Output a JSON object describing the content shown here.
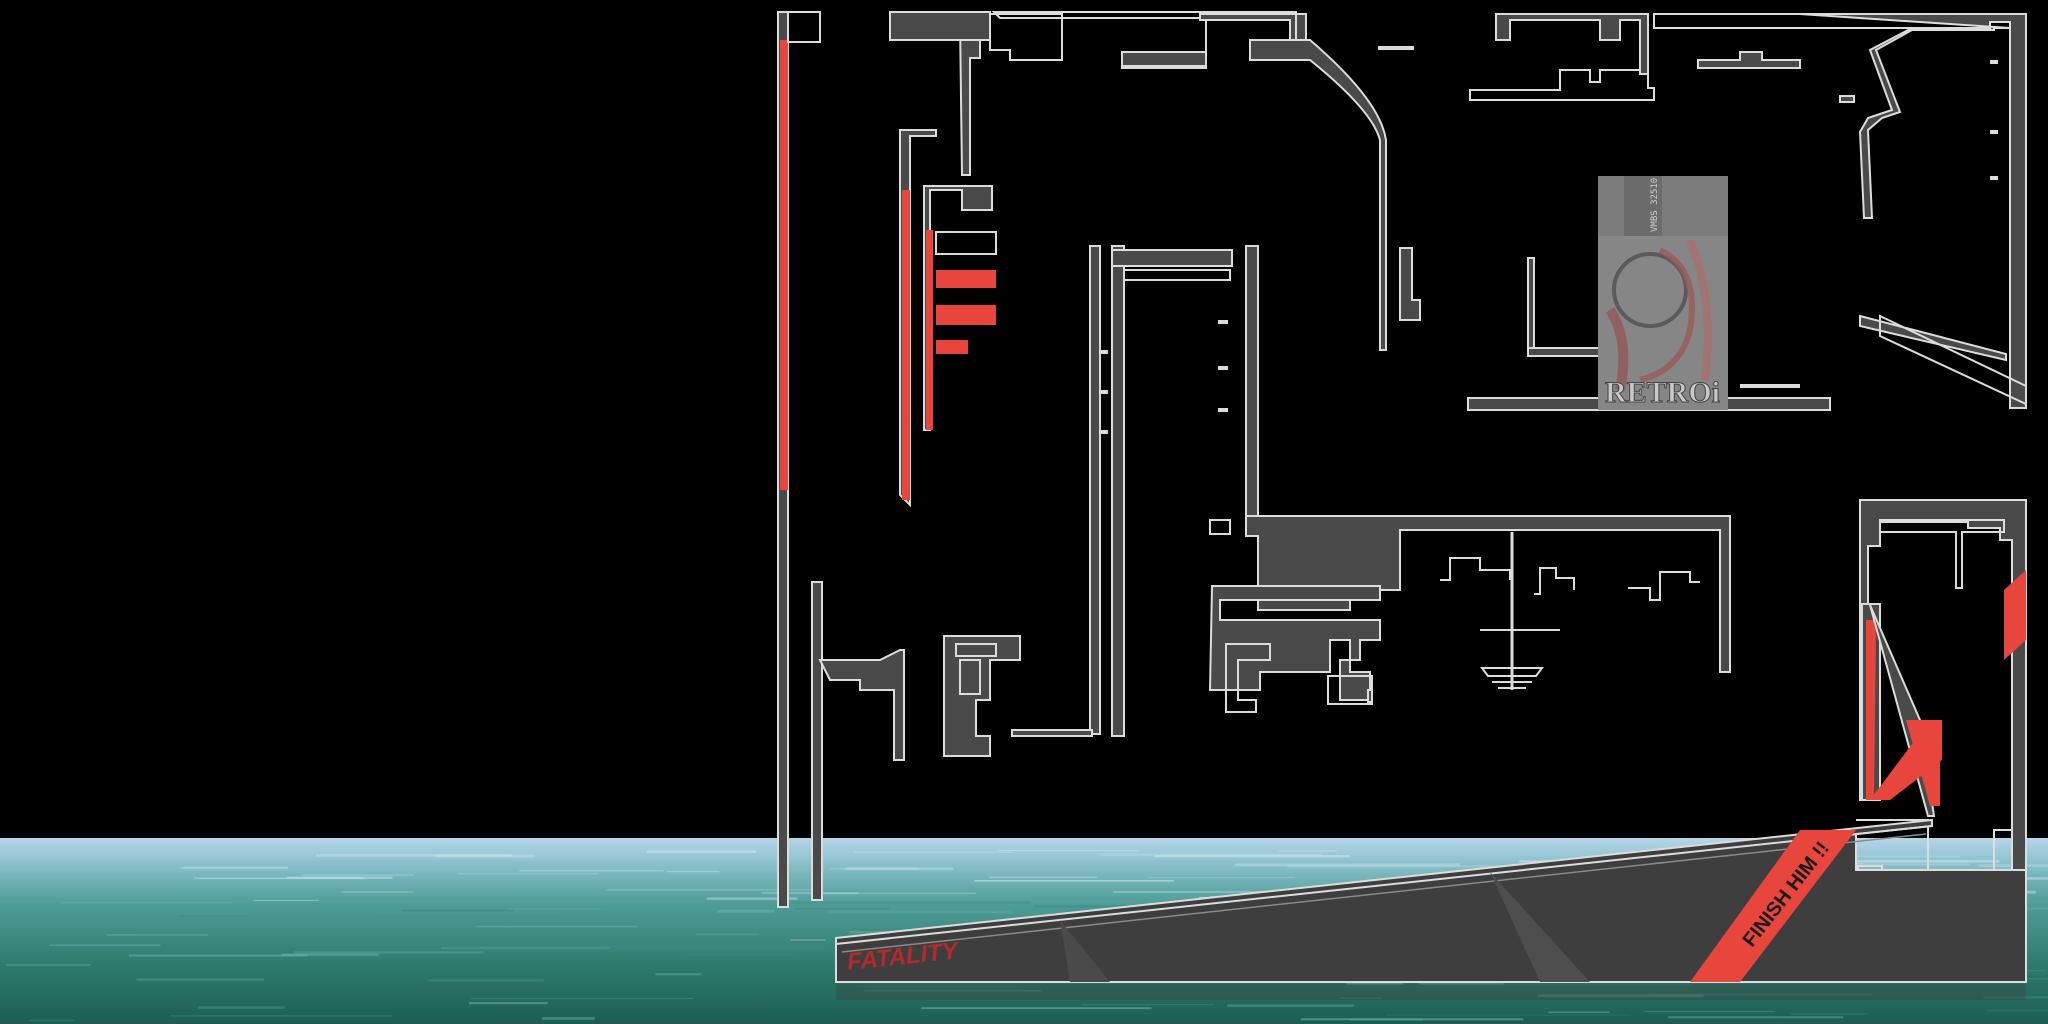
{
  "scene": {
    "type": "game-level-texture-atlas",
    "colors": {
      "background": "#000000",
      "wall_fill": "#4a4a4a",
      "wall_outline": "#dcdcdc",
      "accent_red": "#e8463c",
      "water_top": "#a9cbe0",
      "water_mid": "#5aa3a0",
      "water_deep": "#1f6a5a"
    }
  },
  "labels": {
    "fatality": "FATALITY",
    "finish_him": "FINISH HIM !!",
    "retro_logo": "RETROi",
    "vertical_code": "VMBS 32510"
  }
}
